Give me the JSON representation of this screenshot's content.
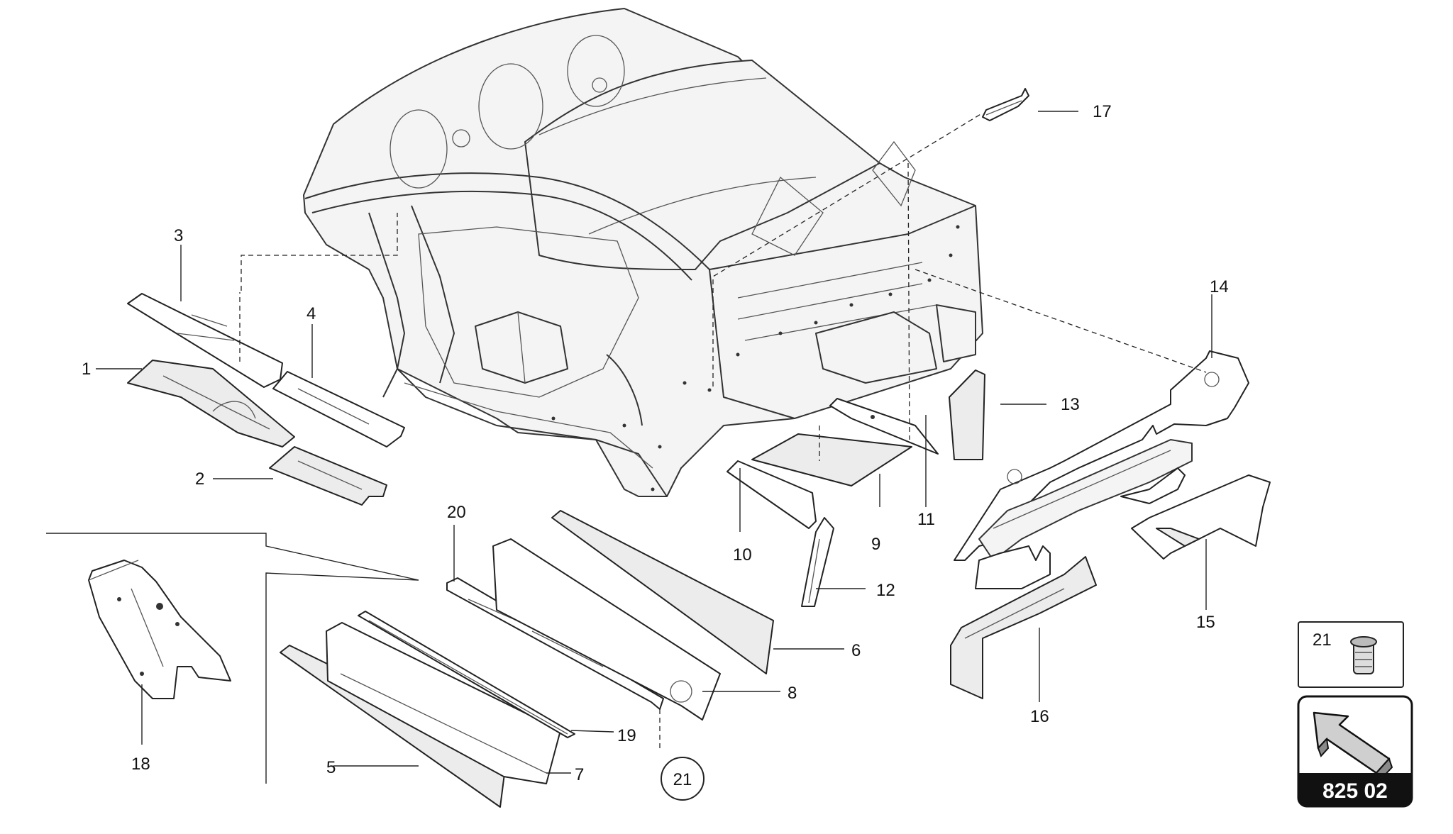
{
  "callouts": {
    "c1": "1",
    "c2": "2",
    "c3": "3",
    "c4": "4",
    "c5": "5",
    "c6": "6",
    "c7": "7",
    "c8": "8",
    "c9": "9",
    "c10": "10",
    "c11": "11",
    "c12": "12",
    "c13": "13",
    "c14": "14",
    "c15": "15",
    "c16": "16",
    "c17": "17",
    "c18": "18",
    "c19": "19",
    "c20": "20",
    "c21": "21"
  },
  "legend": {
    "part_number": "21"
  },
  "reference": {
    "code": "825 02"
  },
  "icons": {
    "nav_arrow": "arrow-up-left-icon",
    "bolt": "rivet-nut-icon"
  }
}
